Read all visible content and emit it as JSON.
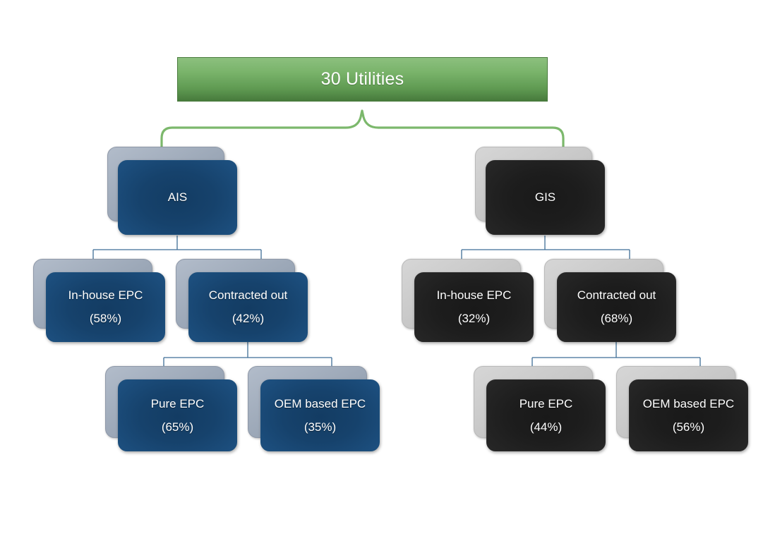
{
  "diagram": {
    "type": "tree",
    "title": "30 Utilities",
    "root": {
      "label": "30 Utilities",
      "color": "#5f9a52"
    },
    "branches": [
      {
        "id": "ais",
        "label": "AIS",
        "theme": "blue",
        "accent": "#1d5080",
        "children": [
          {
            "id": "ais-inhouse",
            "label": "In-house EPC",
            "value": "(58%)",
            "percent": 58
          },
          {
            "id": "ais-contracted",
            "label": "Contracted out",
            "value": "(42%)",
            "percent": 42,
            "children": [
              {
                "id": "ais-pure",
                "label": "Pure EPC",
                "value": "(65%)",
                "percent": 65
              },
              {
                "id": "ais-oem",
                "label": "OEM based EPC",
                "value": "(35%)",
                "percent": 35
              }
            ]
          }
        ]
      },
      {
        "id": "gis",
        "label": "GIS",
        "theme": "dark",
        "accent": "#272727",
        "children": [
          {
            "id": "gis-inhouse",
            "label": "In-house EPC",
            "value": "(32%)",
            "percent": 32
          },
          {
            "id": "gis-contracted",
            "label": "Contracted out",
            "value": "(68%)",
            "percent": 68,
            "children": [
              {
                "id": "gis-pure",
                "label": "Pure EPC",
                "value": "(44%)",
                "percent": 44
              },
              {
                "id": "gis-oem",
                "label": "OEM based EPC",
                "value": "(56%)",
                "percent": 56
              }
            ]
          }
        ]
      }
    ],
    "connector_colors": {
      "brace": "#7cb86c",
      "line": "#3f6e96"
    }
  }
}
